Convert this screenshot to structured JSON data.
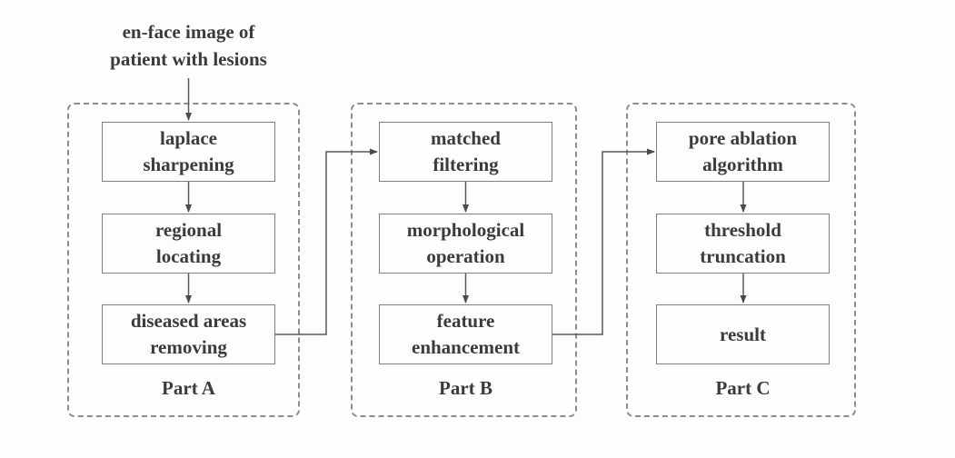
{
  "diagram": {
    "input_label": "en-face image of\npatient with lesions",
    "parts": [
      {
        "label": "Part A",
        "steps": [
          "laplace\nsharpening",
          "regional\nlocating",
          "diseased areas\nremoving"
        ]
      },
      {
        "label": "Part B",
        "steps": [
          "matched\nfiltering",
          "morphological\noperation",
          "feature\nenhancement"
        ]
      },
      {
        "label": "Part C",
        "steps": [
          "pore ablation\nalgorithm",
          "threshold\ntruncation",
          "result"
        ]
      }
    ],
    "colors": {
      "background": "#fdfdfd",
      "box_border": "#7f7f7f",
      "dashed_border": "#8c8c8c",
      "connector_line": "#5a5a5a",
      "text": "#3b3b3b"
    }
  }
}
